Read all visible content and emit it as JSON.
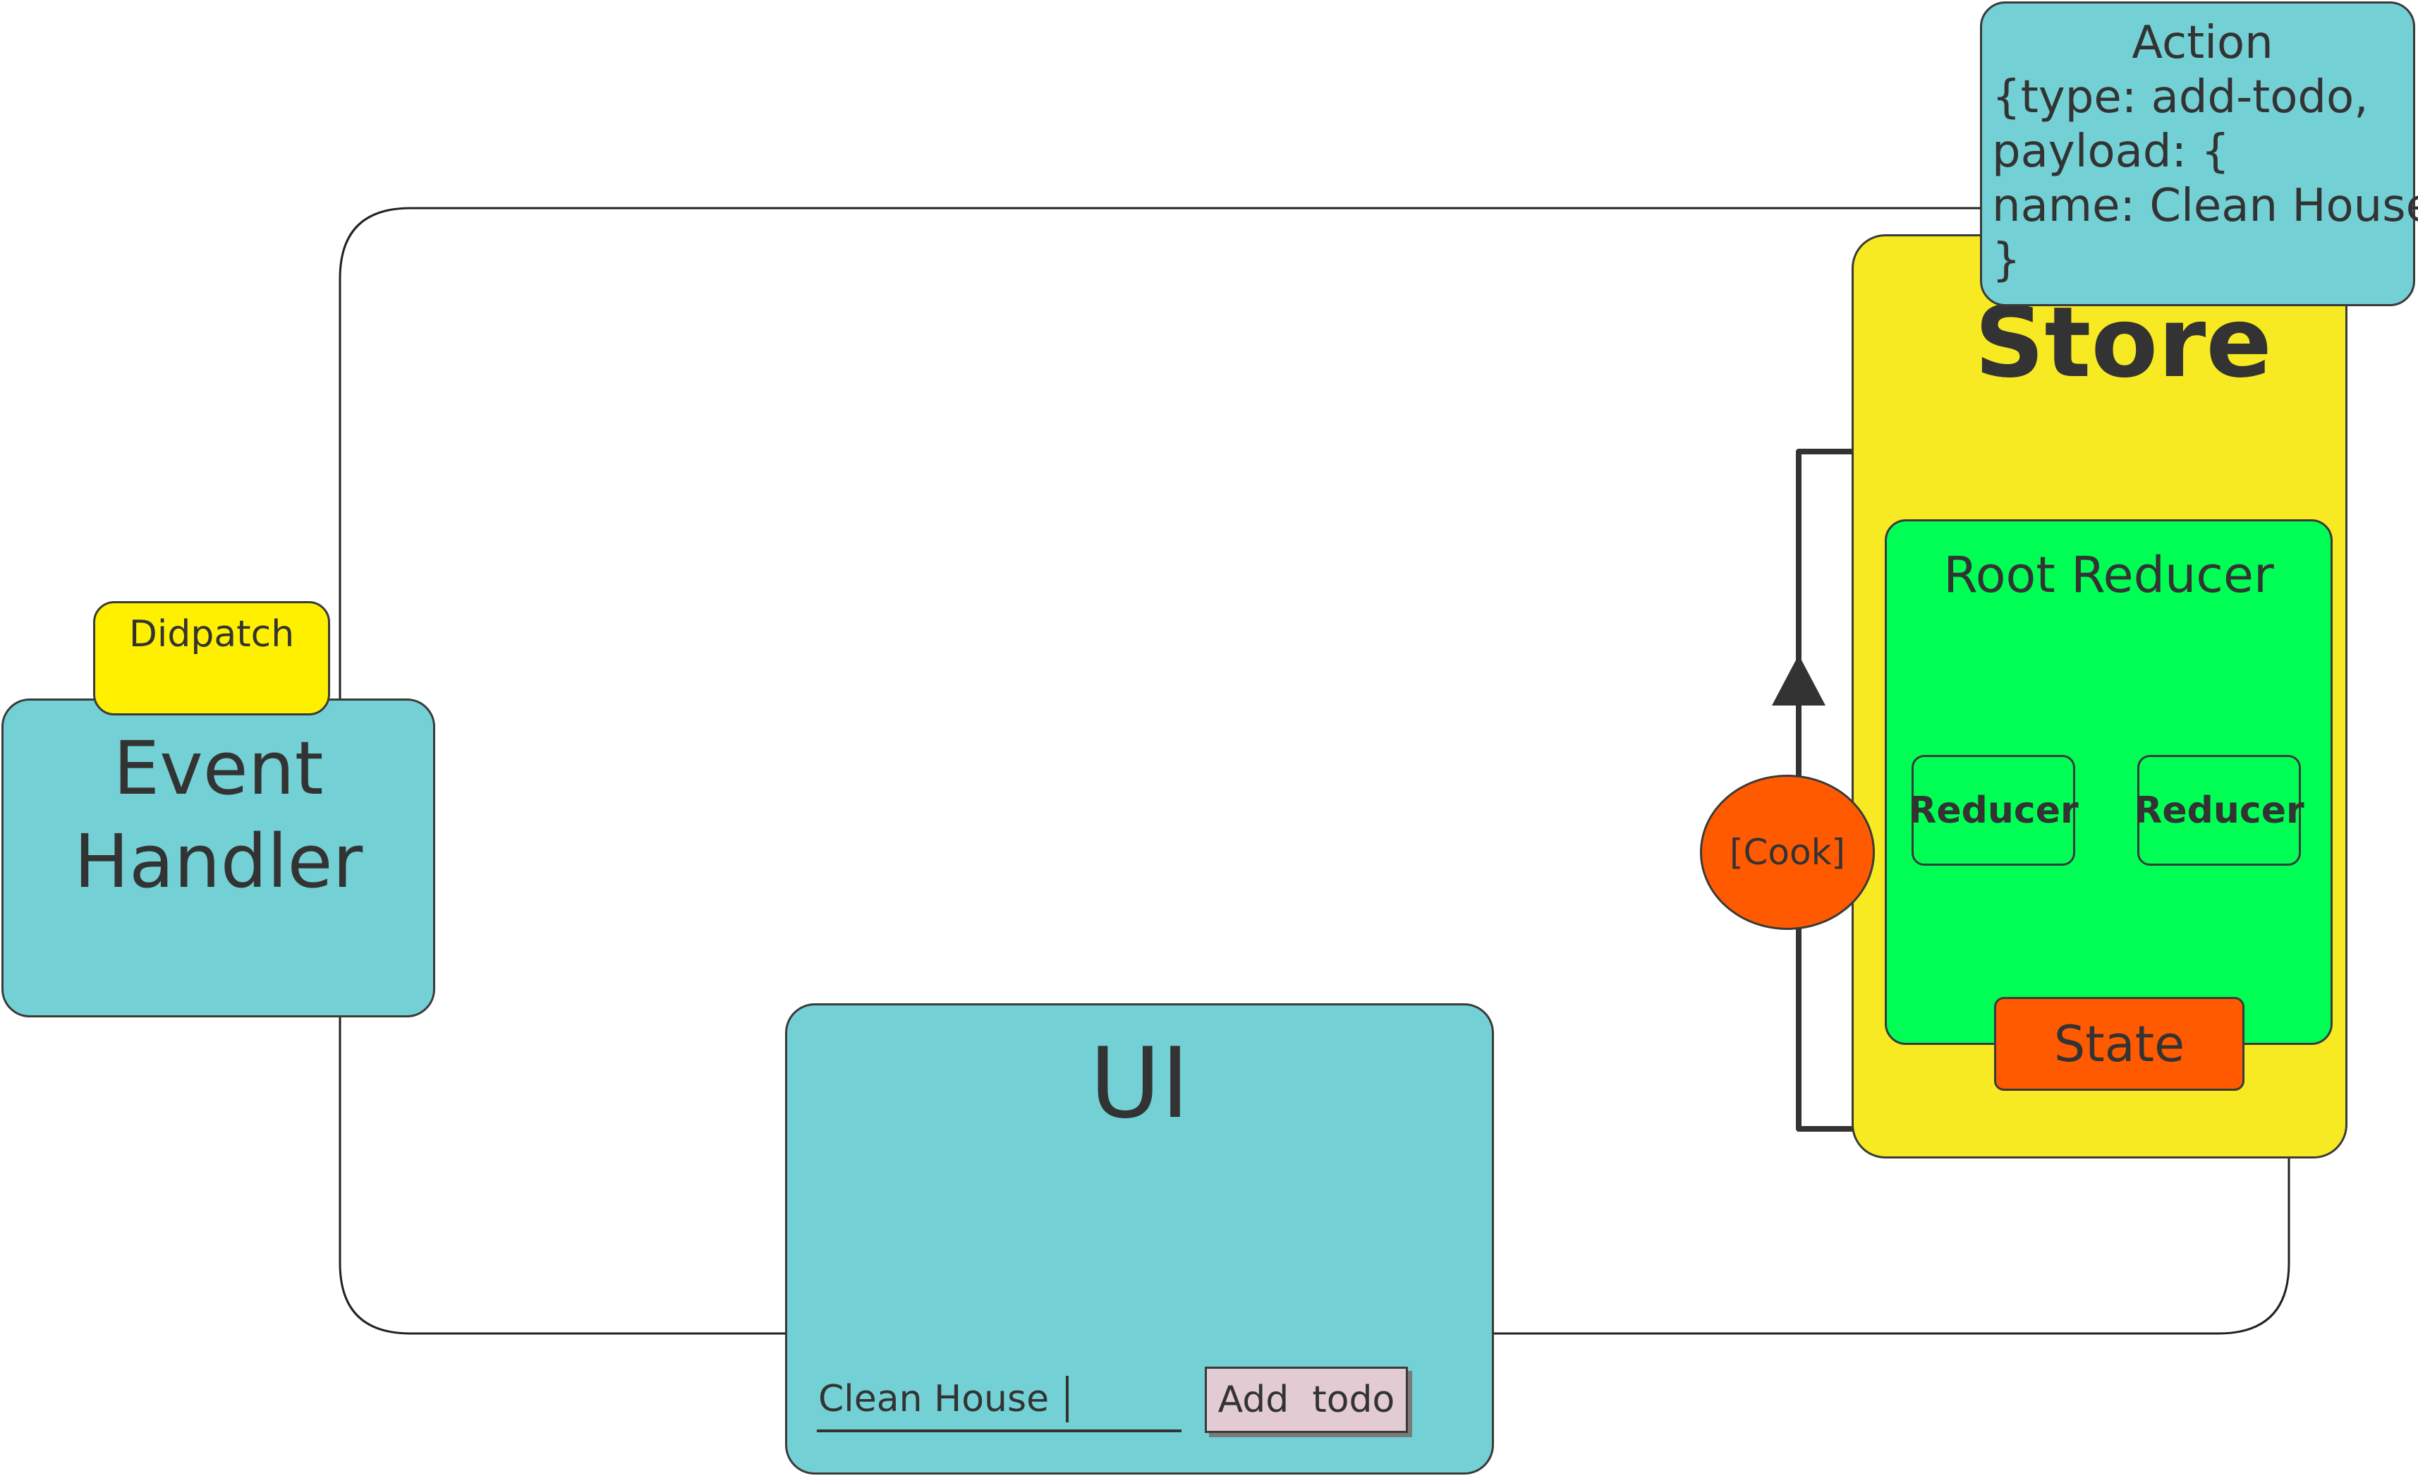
{
  "store": {
    "title": "Store"
  },
  "root_reducer": {
    "title": "Root Reducer",
    "reducers": [
      "Reducer",
      "Reducer"
    ],
    "state_label": "State"
  },
  "cook_label": "[Cook]",
  "action": {
    "title": "Action",
    "lines": [
      "{type: add-todo,",
      "payload: {",
      "name: Clean House",
      "}"
    ]
  },
  "event_handler": {
    "line1": "Event",
    "line2": "Handler"
  },
  "dispatch_label": "Didpatch",
  "ui": {
    "title": "UI",
    "input_value": "Clean House",
    "button_label": "Add  todo"
  },
  "colors": {
    "teal": "#73d0d4",
    "store_yellow": "#f7ea22",
    "dispatch_yellow": "#fff000",
    "reducer_green": "#00ff55",
    "state_orange": "#ff5a00",
    "button_pink": "#e2cbd2"
  }
}
